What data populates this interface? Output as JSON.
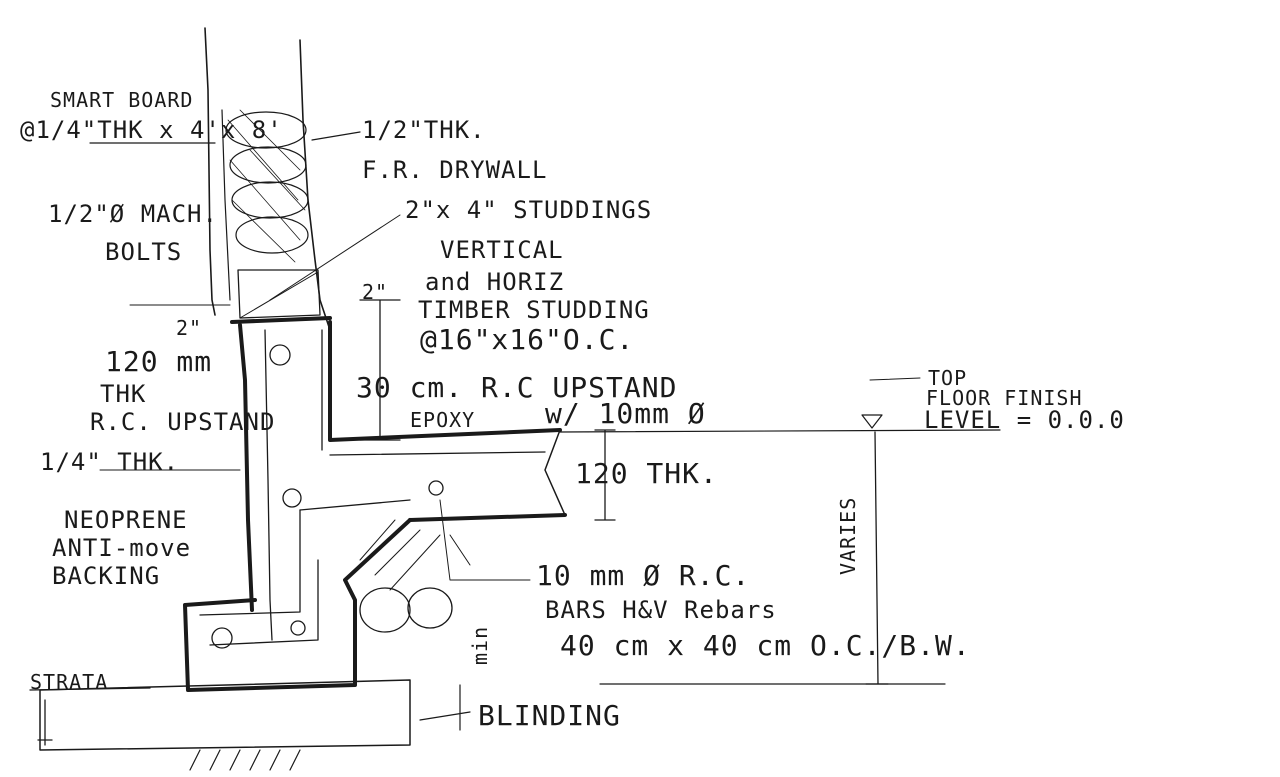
{
  "colors": {
    "ink": "#1a1a1a",
    "paper": "#ffffff"
  },
  "labels": {
    "smart_board_1": "SMART BOARD",
    "smart_board_2": "@1/4\"THK x 4'x 8'",
    "drywall_1": "1/2\"THK.",
    "drywall_2": "F.R. DRYWALL",
    "bolts_1": "1/2\"Ø MACH.",
    "bolts_2": "BOLTS",
    "studdings": "2\"x 4\" STUDDINGS",
    "vertical": "VERTICAL",
    "horiz": "and HORIZ",
    "timber_studding": "TIMBER STUDDING",
    "spacing": "@16\"x16\"O.C.",
    "dim_2_left": "2\"",
    "dim_2_right": "2\"",
    "upstand_1": "120 mm",
    "upstand_2": "THK",
    "upstand_3": "R.C. UPSTAND",
    "upstand_30": "30 cm. R.C UPSTAND",
    "epoxy": "EPOXY",
    "bar_10mm": "w/ 10mm Ø",
    "slab_120": "120 THK.",
    "top_floor_1": "TOP",
    "top_floor_2": "FLOOR FINISH",
    "top_floor_3": "LEVEL = 0.0.0",
    "varies": "VARIES",
    "neoprene_1": "1/4\" THK.",
    "neoprene_2": "NEOPRENE",
    "neoprene_3": "ANTI-move",
    "neoprene_4": "BACKING",
    "bars_1": "10 mm Ø R.C.",
    "bars_2": "BARS H&V Rebars",
    "bars_3": "40 cm x 40 cm O.C./B.W.",
    "strata": "STRATA",
    "blinding": "BLINDING",
    "min": "min"
  }
}
